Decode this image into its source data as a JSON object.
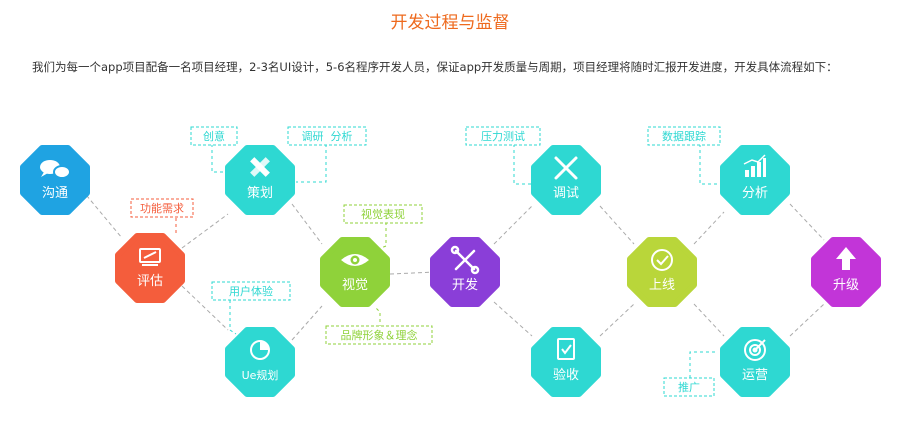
{
  "title": "开发过程与监督",
  "intro": "我们为每一个app项目配备一名项目经理，2-3名UI设计，5-6名程序开发人员，保证app开发质量与周期，项目经理将随时汇报开发进度，开发具体流程如下：",
  "colors": {
    "title": "#ee6a1e",
    "teal": "#2ed8d2",
    "blue": "#1fa3e2",
    "orange": "#f45d3c",
    "green": "#8fd23a",
    "purple": "#8a3ed8",
    "lime": "#b9d63a",
    "magenta": "#c235d8",
    "connector": "#aaaaaa"
  },
  "nodes": {
    "goutong": {
      "label": "沟通",
      "icon": "chat-bubbles-icon",
      "color": "#1fa3e2"
    },
    "pinggu": {
      "label": "评估",
      "icon": "tablet-pen-icon",
      "color": "#f45d3c"
    },
    "cehua": {
      "label": "策划",
      "icon": "pencil-ruler-icon",
      "color": "#2ed8d2"
    },
    "ue": {
      "label": "Ue规划",
      "icon": "pie-chart-icon",
      "color": "#2ed8d2"
    },
    "shijue": {
      "label": "视觉",
      "icon": "eye-icon",
      "color": "#8fd23a"
    },
    "kaifa": {
      "label": "开发",
      "icon": "wrench-tools-icon",
      "color": "#8a3ed8"
    },
    "tiaoshi": {
      "label": "调试",
      "icon": "screwdriver-wrench-icon",
      "color": "#2ed8d2"
    },
    "yanshou": {
      "label": "验收",
      "icon": "clipboard-check-icon",
      "color": "#2ed8d2"
    },
    "shangxian": {
      "label": "上线",
      "icon": "check-circle-icon",
      "color": "#b9d63a"
    },
    "fenxi": {
      "label": "分析",
      "icon": "bar-chart-icon",
      "color": "#2ed8d2"
    },
    "yunying": {
      "label": "运营",
      "icon": "target-icon",
      "color": "#2ed8d2"
    },
    "shengji": {
      "label": "升级",
      "icon": "up-arrow-icon",
      "color": "#c235d8"
    }
  },
  "tags": {
    "chuangyi": "创意",
    "diaoyan": "调研  分析",
    "gongneng": "功能需求",
    "yonghu": "用户体验",
    "shijuebiaoxian": "视觉表现",
    "pinpai": "品牌形象＆理念",
    "yali": "压力测试",
    "shuju": "数据跟踪",
    "tuiguang": "推广"
  }
}
